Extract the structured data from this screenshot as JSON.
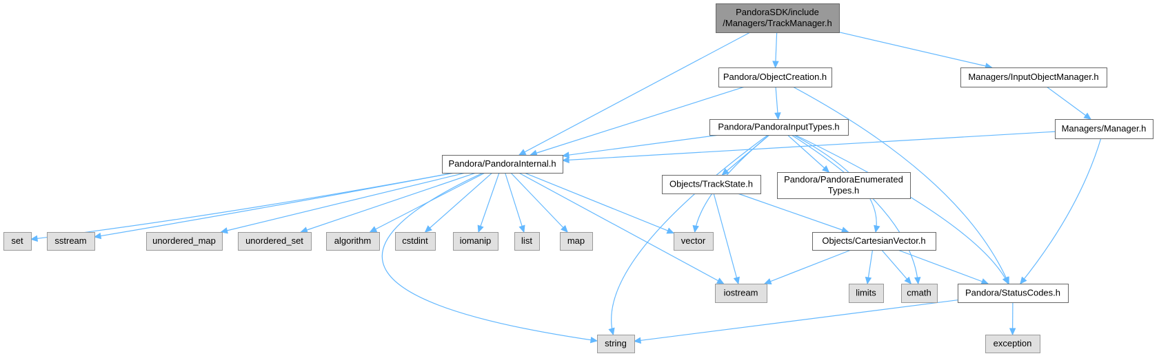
{
  "colors": {
    "root_fill": "#999999",
    "root_stroke": "#666666",
    "documented_fill": "#ffffff",
    "documented_stroke": "#666666",
    "external_fill": "#e0e0e0",
    "external_stroke": "#999999",
    "edge": "#63b8ff"
  },
  "nodes": [
    {
      "id": "root",
      "kind": "root",
      "lines": [
        "PandoraSDK/include",
        "/Managers/TrackManager.h"
      ]
    },
    {
      "id": "objcreation",
      "kind": "documented",
      "lines": [
        "Pandora/ObjectCreation.h"
      ]
    },
    {
      "id": "inputobjmgr",
      "kind": "documented",
      "lines": [
        "Managers/InputObjectManager.h"
      ]
    },
    {
      "id": "inputtypes",
      "kind": "documented",
      "lines": [
        "Pandora/PandoraInputTypes.h"
      ]
    },
    {
      "id": "manager",
      "kind": "documented",
      "lines": [
        "Managers/Manager.h"
      ]
    },
    {
      "id": "internal",
      "kind": "documented",
      "lines": [
        "Pandora/PandoraInternal.h"
      ]
    },
    {
      "id": "trackstate",
      "kind": "documented",
      "lines": [
        "Objects/TrackState.h"
      ]
    },
    {
      "id": "enumtypes",
      "kind": "documented",
      "lines": [
        "Pandora/PandoraEnumerated",
        "Types.h"
      ]
    },
    {
      "id": "set",
      "kind": "external",
      "lines": [
        "set"
      ]
    },
    {
      "id": "sstream",
      "kind": "external",
      "lines": [
        "sstream"
      ]
    },
    {
      "id": "unordered_map",
      "kind": "external",
      "lines": [
        "unordered_map"
      ]
    },
    {
      "id": "unordered_set",
      "kind": "external",
      "lines": [
        "unordered_set"
      ]
    },
    {
      "id": "algorithm",
      "kind": "external",
      "lines": [
        "algorithm"
      ]
    },
    {
      "id": "cstdint",
      "kind": "external",
      "lines": [
        "cstdint"
      ]
    },
    {
      "id": "iomanip",
      "kind": "external",
      "lines": [
        "iomanip"
      ]
    },
    {
      "id": "list",
      "kind": "external",
      "lines": [
        "list"
      ]
    },
    {
      "id": "map",
      "kind": "external",
      "lines": [
        "map"
      ]
    },
    {
      "id": "vector",
      "kind": "external",
      "lines": [
        "vector"
      ]
    },
    {
      "id": "cartesian",
      "kind": "documented",
      "lines": [
        "Objects/CartesianVector.h"
      ]
    },
    {
      "id": "iostream",
      "kind": "external",
      "lines": [
        "iostream"
      ]
    },
    {
      "id": "limits",
      "kind": "external",
      "lines": [
        "limits"
      ]
    },
    {
      "id": "cmath",
      "kind": "external",
      "lines": [
        "cmath"
      ]
    },
    {
      "id": "statuscodes",
      "kind": "documented",
      "lines": [
        "Pandora/StatusCodes.h"
      ]
    },
    {
      "id": "string",
      "kind": "external",
      "lines": [
        "string"
      ]
    },
    {
      "id": "exception",
      "kind": "external",
      "lines": [
        "exception"
      ]
    }
  ],
  "edges": [
    {
      "from": "root",
      "to": "internal"
    },
    {
      "from": "root",
      "to": "objcreation"
    },
    {
      "from": "root",
      "to": "inputobjmgr"
    },
    {
      "from": "objcreation",
      "to": "internal"
    },
    {
      "from": "objcreation",
      "to": "inputtypes"
    },
    {
      "from": "objcreation",
      "to": "statuscodes"
    },
    {
      "from": "inputobjmgr",
      "to": "manager"
    },
    {
      "from": "manager",
      "to": "internal"
    },
    {
      "from": "manager",
      "to": "statuscodes"
    },
    {
      "from": "inputtypes",
      "to": "internal"
    },
    {
      "from": "inputtypes",
      "to": "trackstate"
    },
    {
      "from": "inputtypes",
      "to": "enumtypes"
    },
    {
      "from": "inputtypes",
      "to": "cartesian"
    },
    {
      "from": "inputtypes",
      "to": "statuscodes"
    },
    {
      "from": "inputtypes",
      "to": "string"
    },
    {
      "from": "inputtypes",
      "to": "vector"
    },
    {
      "from": "inputtypes",
      "to": "cmath"
    },
    {
      "from": "internal",
      "to": "set"
    },
    {
      "from": "internal",
      "to": "sstream"
    },
    {
      "from": "internal",
      "to": "unordered_map"
    },
    {
      "from": "internal",
      "to": "unordered_set"
    },
    {
      "from": "internal",
      "to": "algorithm"
    },
    {
      "from": "internal",
      "to": "cstdint"
    },
    {
      "from": "internal",
      "to": "iomanip"
    },
    {
      "from": "internal",
      "to": "list"
    },
    {
      "from": "internal",
      "to": "map"
    },
    {
      "from": "internal",
      "to": "vector"
    },
    {
      "from": "internal",
      "to": "iostream"
    },
    {
      "from": "internal",
      "to": "string"
    },
    {
      "from": "trackstate",
      "to": "cartesian"
    },
    {
      "from": "trackstate",
      "to": "iostream"
    },
    {
      "from": "cartesian",
      "to": "iostream"
    },
    {
      "from": "cartesian",
      "to": "limits"
    },
    {
      "from": "cartesian",
      "to": "cmath"
    },
    {
      "from": "cartesian",
      "to": "statuscodes"
    },
    {
      "from": "statuscodes",
      "to": "string"
    },
    {
      "from": "statuscodes",
      "to": "exception"
    }
  ]
}
